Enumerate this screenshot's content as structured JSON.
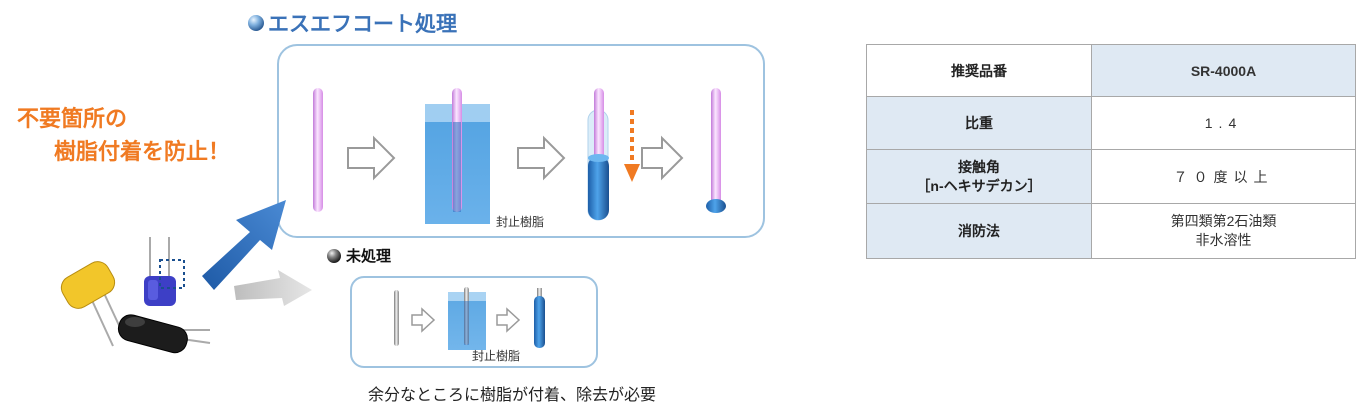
{
  "title": "エスエフコート処理",
  "untreated_label": "未処理",
  "callout": {
    "line1": "不要箇所の",
    "line2": "樹脂付着を防止！"
  },
  "sealing_resin_label": "封止樹脂",
  "sealing_resin_label_small": "封止樹脂",
  "caption": "余分なところに樹脂が付着、除去が必要",
  "spec_table": {
    "rows": [
      {
        "key": "推奨品番",
        "value": "SR-4000A"
      },
      {
        "key": "比重",
        "value": "1.4"
      },
      {
        "key_line1": "接触角",
        "key_line2": "［n-ヘキサデカン］",
        "value": "７０度以上"
      },
      {
        "key": "消防法",
        "value_line1": "第四類第2石油類",
        "value_line2": "非水溶性"
      }
    ]
  },
  "colors": {
    "title_blue": "#3a72b8",
    "callout_orange": "#f07a22",
    "panel_border": "#9ec3e0",
    "resin_blue": "#2e8fd8",
    "key_cell_bg": "#dfe9f3"
  },
  "icons": [
    "globe-bullet-icon",
    "dark-bullet-icon",
    "outline-arrow-icon",
    "dotted-down-arrow-icon",
    "big-blue-arrow-icon",
    "gray-arrow-icon"
  ]
}
